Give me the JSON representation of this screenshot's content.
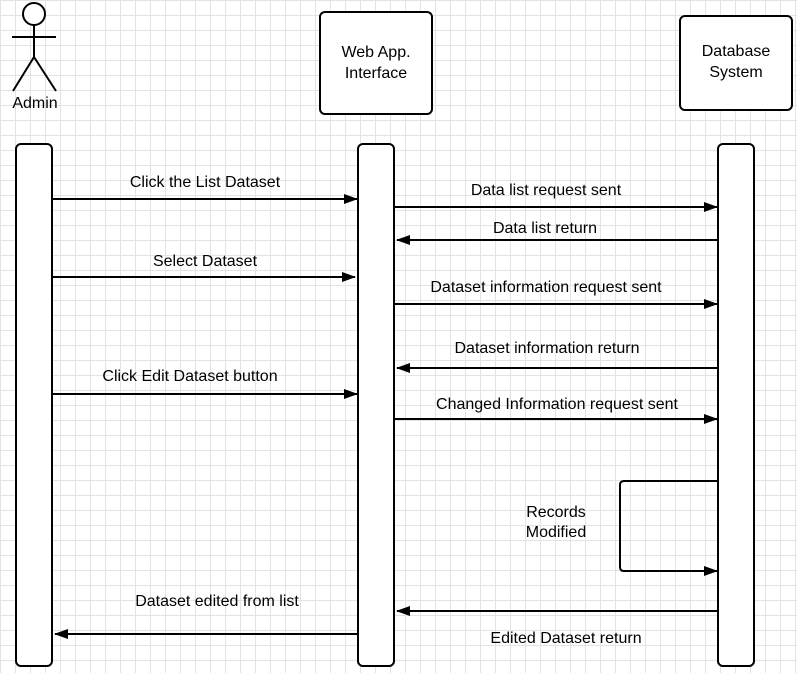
{
  "actor": {
    "label": "Admin"
  },
  "participants": [
    {
      "line1": "Web App.",
      "line2": "Interface"
    },
    {
      "line1": "Database",
      "line2": "System"
    }
  ],
  "messages": [
    {
      "label": "Click the List Dataset"
    },
    {
      "label": "Data list request sent"
    },
    {
      "label": "Data list return"
    },
    {
      "label": "Select Dataset"
    },
    {
      "label": "Dataset information request sent"
    },
    {
      "label": "Dataset information return"
    },
    {
      "label": "Click  Edit Dataset button"
    },
    {
      "label": "Changed Information request sent"
    },
    {
      "label": "Dataset edited from list"
    },
    {
      "label": "Edited Dataset return"
    }
  ],
  "self_message": {
    "line1": "Records",
    "line2": "Modified"
  }
}
